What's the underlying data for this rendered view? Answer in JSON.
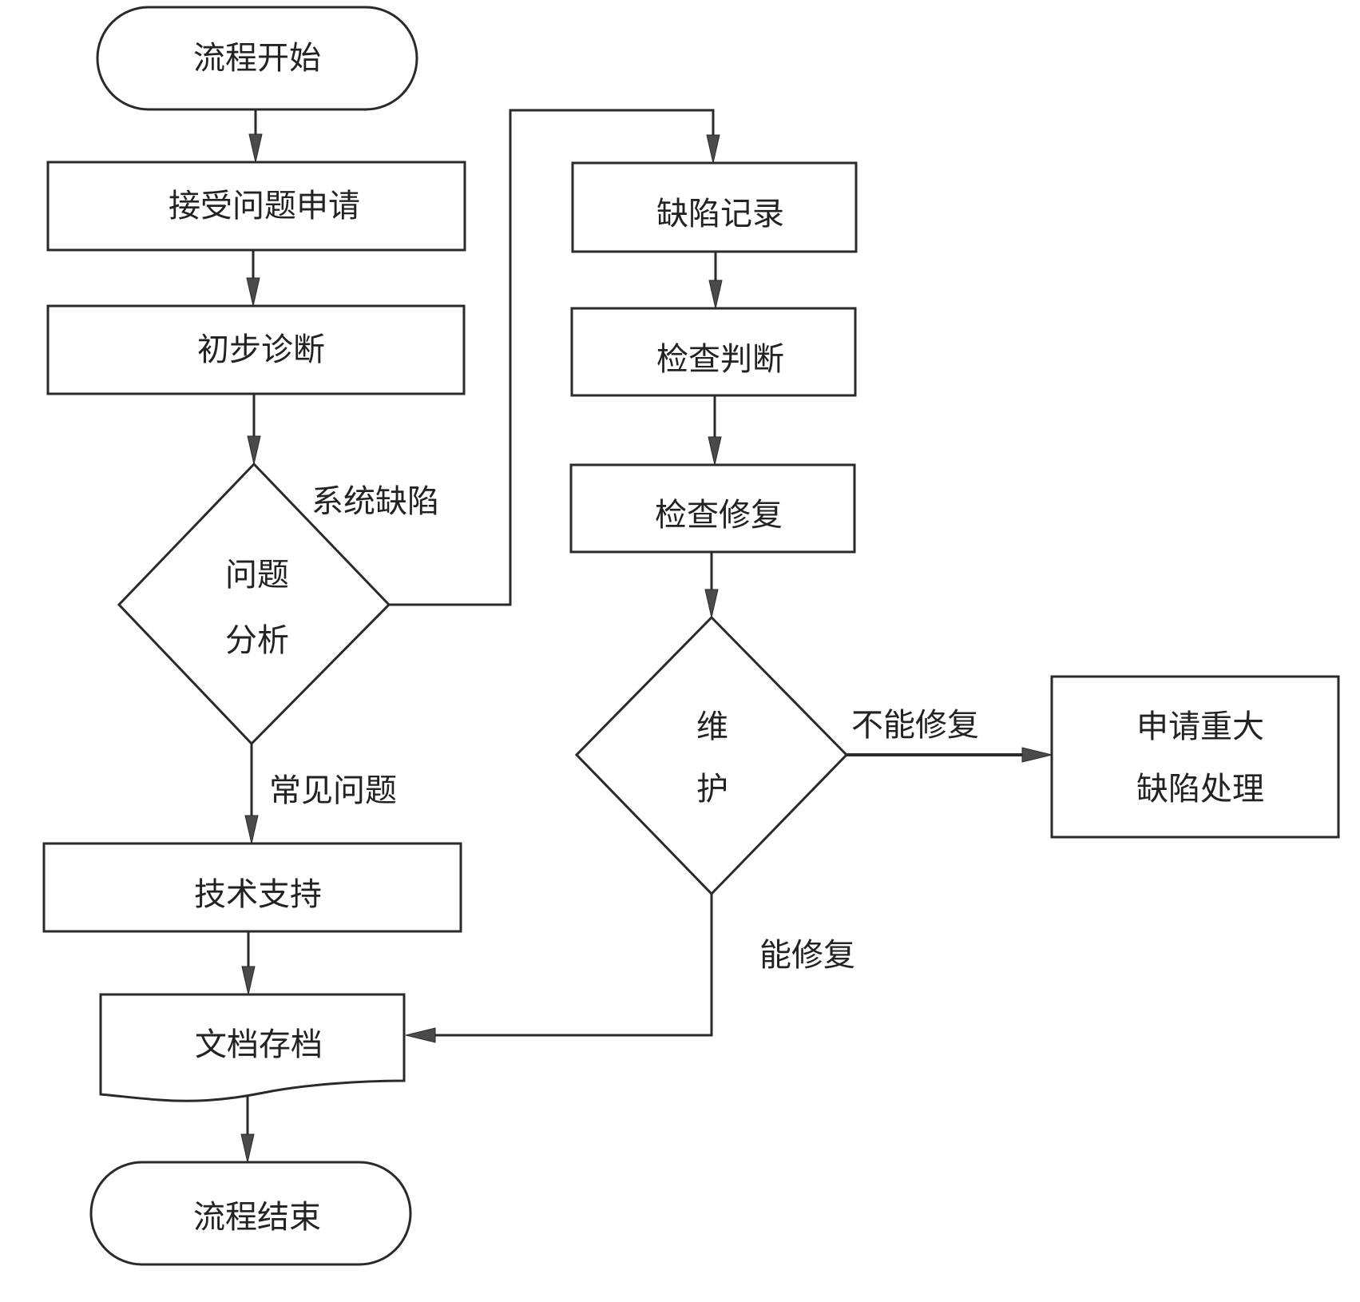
{
  "diagram": {
    "type": "flowchart",
    "nodes": {
      "start": {
        "label": "流程开始",
        "shape": "terminal"
      },
      "receive": {
        "label": "接受问题申请",
        "shape": "process"
      },
      "diagnose": {
        "label": "初步诊断",
        "shape": "process"
      },
      "analyze": {
        "label_line1": "问题",
        "label_line2": "分析",
        "shape": "decision"
      },
      "support": {
        "label": "技术支持",
        "shape": "process"
      },
      "archive": {
        "label": "文档存档",
        "shape": "document"
      },
      "end": {
        "label": "流程结束",
        "shape": "terminal"
      },
      "record": {
        "label": "缺陷记录",
        "shape": "process"
      },
      "check": {
        "label": "检查判断",
        "shape": "process"
      },
      "repair": {
        "label": "检查修复",
        "shape": "process"
      },
      "maintain": {
        "label_line1": "维",
        "label_line2": "护",
        "shape": "decision"
      },
      "escalate": {
        "label_line1": "申请重大",
        "label_line2": "缺陷处理",
        "shape": "process"
      }
    },
    "edge_labels": {
      "system_defect": "系统缺陷",
      "common_issue": "常见问题",
      "cannot_repair": "不能修复",
      "can_repair": "能修复"
    },
    "edges": [
      {
        "from": "start",
        "to": "receive"
      },
      {
        "from": "receive",
        "to": "diagnose"
      },
      {
        "from": "diagnose",
        "to": "analyze"
      },
      {
        "from": "analyze",
        "to": "record",
        "label": "系统缺陷"
      },
      {
        "from": "analyze",
        "to": "support",
        "label": "常见问题"
      },
      {
        "from": "support",
        "to": "archive"
      },
      {
        "from": "archive",
        "to": "end"
      },
      {
        "from": "record",
        "to": "check"
      },
      {
        "from": "check",
        "to": "repair"
      },
      {
        "from": "repair",
        "to": "maintain"
      },
      {
        "from": "maintain",
        "to": "escalate",
        "label": "不能修复"
      },
      {
        "from": "maintain",
        "to": "archive",
        "label": "能修复"
      }
    ]
  }
}
